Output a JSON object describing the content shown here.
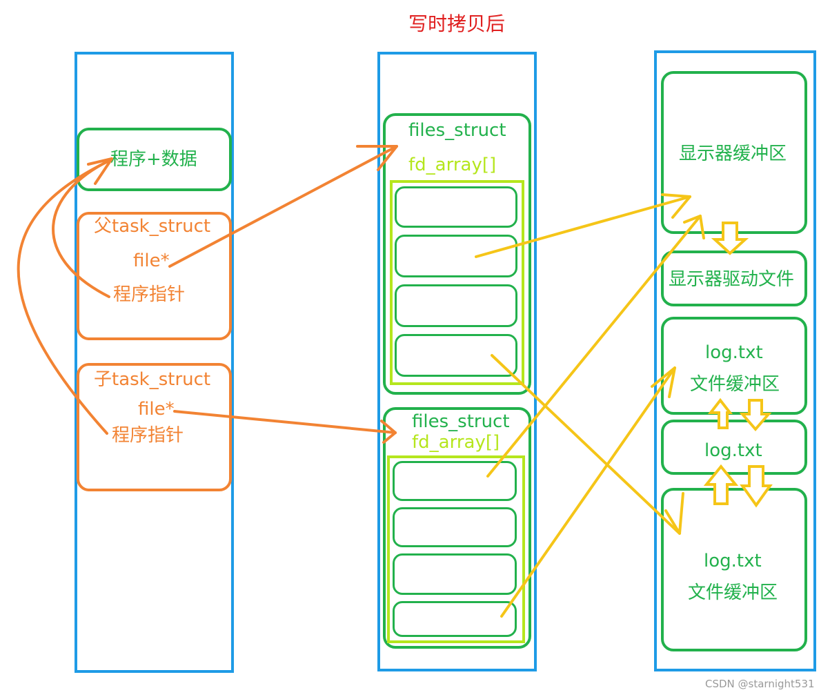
{
  "title": "写时拷贝后",
  "process": {
    "code_data": "程序+数据",
    "parent": {
      "name": "父task_struct",
      "file_ptr": "file*",
      "pc": "程序指针"
    },
    "child": {
      "name": "子task_struct",
      "file_ptr": "file*",
      "pc": "程序指针"
    }
  },
  "files_structs": [
    {
      "name": "files_struct",
      "fd_label": "fd_array[]"
    },
    {
      "name": "files_struct",
      "fd_label": "fd_array[]"
    }
  ],
  "targets": {
    "display_buffer": "显示器缓冲区",
    "display_driver": "显示器驱动文件",
    "log_buffer_1": {
      "name": "log.txt",
      "desc": "文件缓冲区"
    },
    "log_file": "log.txt",
    "log_buffer_2": {
      "name": "log.txt",
      "desc": "文件缓冲区"
    }
  },
  "watermark": "CSDN @starnight531",
  "colors": {
    "column": "#1e9be6",
    "struct": "#22b14c",
    "task": "#f28333",
    "array": "#b5e61d",
    "pointer": "#f5c518",
    "title": "#e02020"
  }
}
